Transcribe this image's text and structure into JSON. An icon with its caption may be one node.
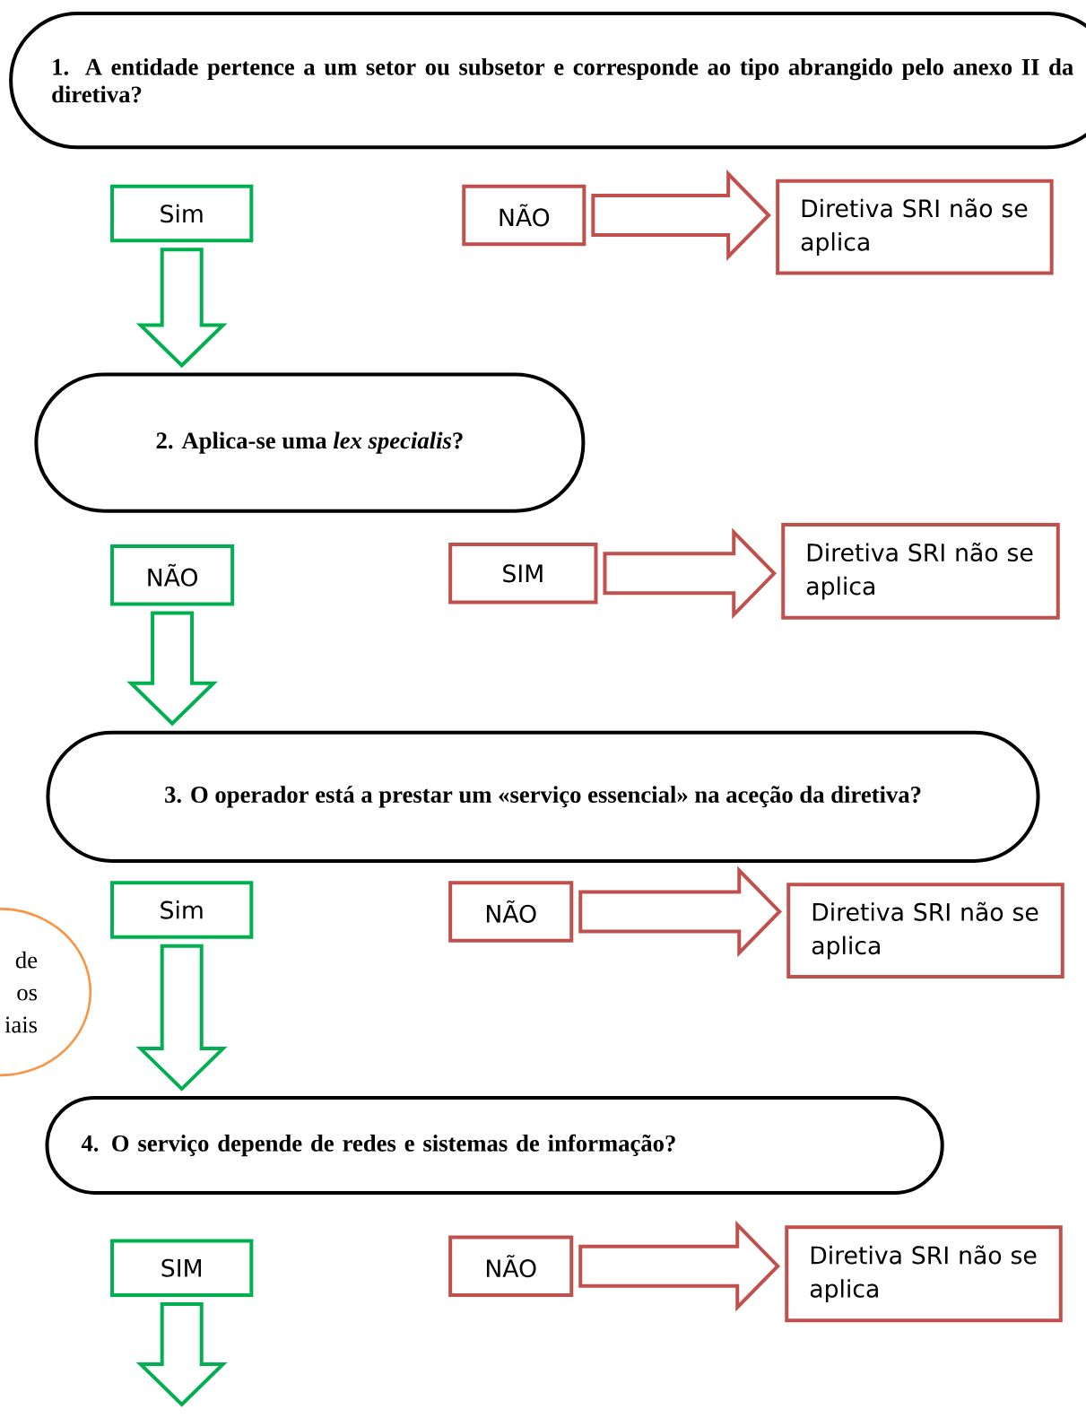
{
  "diagram": {
    "nodes": [
      {
        "text": [
          "1. A entidade pertence a um setor ou subsetor e corresponde ao tipo abrangido pelo anexo II da diretiva?"
        ]
      },
      {
        "text": [
          "Sim"
        ]
      },
      {
        "text": [
          "NÃO"
        ]
      },
      {
        "text": [
          "Diretiva SRI não se aplica"
        ]
      },
      {
        "text": [
          "2. Aplica-se uma *lex specialis*?"
        ]
      },
      {
        "text": [
          "NÃO"
        ]
      },
      {
        "text": [
          "SIM"
        ]
      },
      {
        "text": [
          "Diretiva SRI não se aplica"
        ]
      },
      {
        "text": [
          "3. O operador está a prestar um «serviço essencial» na aceção da diretiva?"
        ]
      },
      {
        "text": [
          "Sim"
        ]
      },
      {
        "text": [
          "NÃO"
        ]
      },
      {
        "text": [
          "Diretiva SRI não se aplica"
        ]
      },
      {
        "text": [
          "de os iais"
        ]
      },
      {
        "text": [
          "4. O serviço depende de redes e sistemas de informação?"
        ]
      },
      {
        "text": [
          "SIM"
        ]
      },
      {
        "text": [
          "NÃO"
        ]
      },
      {
        "text": [
          "Diretiva SRI não se aplica"
        ]
      }
    ],
    "edges": [
      {
        "from": 2,
        "to": 3,
        "arrow": "to",
        "color": "#c0504d"
      },
      {
        "from": 1,
        "to": 4,
        "arrow": "to"
      },
      {
        "from": 6,
        "to": 7,
        "arrow": "to",
        "color": "#c0504d"
      },
      {
        "from": 5,
        "to": 8,
        "arrow": "to"
      },
      {
        "from": 10,
        "to": 11,
        "arrow": "to",
        "color": "#c0504d"
      },
      {
        "from": 9,
        "to": 13,
        "arrow": "to"
      },
      {
        "from": 15,
        "to": 16,
        "arrow": "to",
        "color": "#c0504d"
      },
      {
        "from": 14,
        "to": null,
        "arrow": "to"
      }
    ]
  }
}
